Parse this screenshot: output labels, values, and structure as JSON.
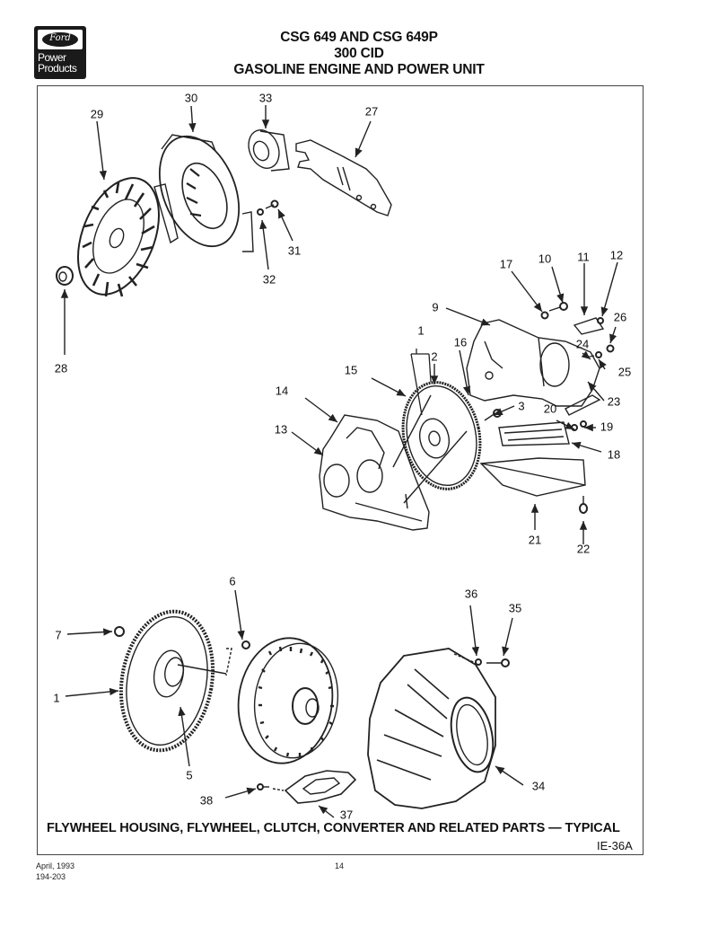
{
  "header": {
    "logo": {
      "brand": "Ford",
      "line1": "Power",
      "line2": "Products"
    },
    "title_line1": "CSG 649 AND CSG 649P",
    "title_line2": "300 CID",
    "title_line3": "GASOLINE ENGINE AND POWER UNIT"
  },
  "figure": {
    "caption": "FLYWHEEL HOUSING, FLYWHEEL, CLUTCH, CONVERTER AND RELATED PARTS — TYPICAL",
    "figure_id": "IE-36A",
    "callouts": [
      {
        "id": "c29",
        "text": "29"
      },
      {
        "id": "c30",
        "text": "30"
      },
      {
        "id": "c33",
        "text": "33"
      },
      {
        "id": "c27",
        "text": "27"
      },
      {
        "id": "c31",
        "text": "31"
      },
      {
        "id": "c32",
        "text": "32"
      },
      {
        "id": "c28",
        "text": "28"
      },
      {
        "id": "c17",
        "text": "17"
      },
      {
        "id": "c10",
        "text": "10"
      },
      {
        "id": "c11",
        "text": "11"
      },
      {
        "id": "c12",
        "text": "12"
      },
      {
        "id": "c26",
        "text": "26"
      },
      {
        "id": "c9",
        "text": "9"
      },
      {
        "id": "c1",
        "text": "1"
      },
      {
        "id": "c16",
        "text": "16"
      },
      {
        "id": "c24",
        "text": "24"
      },
      {
        "id": "c25",
        "text": "25"
      },
      {
        "id": "c2",
        "text": "2"
      },
      {
        "id": "c15",
        "text": "15"
      },
      {
        "id": "c23",
        "text": "23"
      },
      {
        "id": "c14",
        "text": "14"
      },
      {
        "id": "c3",
        "text": "3"
      },
      {
        "id": "c20",
        "text": "20"
      },
      {
        "id": "c19",
        "text": "19"
      },
      {
        "id": "c13",
        "text": "13"
      },
      {
        "id": "c18",
        "text": "18"
      },
      {
        "id": "c21",
        "text": "21"
      },
      {
        "id": "c22",
        "text": "22"
      },
      {
        "id": "c6",
        "text": "6"
      },
      {
        "id": "c36",
        "text": "36"
      },
      {
        "id": "c35",
        "text": "35"
      },
      {
        "id": "c7",
        "text": "7"
      },
      {
        "id": "c1b",
        "text": "1"
      },
      {
        "id": "c5",
        "text": "5"
      },
      {
        "id": "c34",
        "text": "34"
      },
      {
        "id": "c38",
        "text": "38"
      },
      {
        "id": "c37",
        "text": "37"
      }
    ]
  },
  "footer": {
    "date": "April, 1993",
    "doc_number": "194-203",
    "page_number": "14"
  }
}
